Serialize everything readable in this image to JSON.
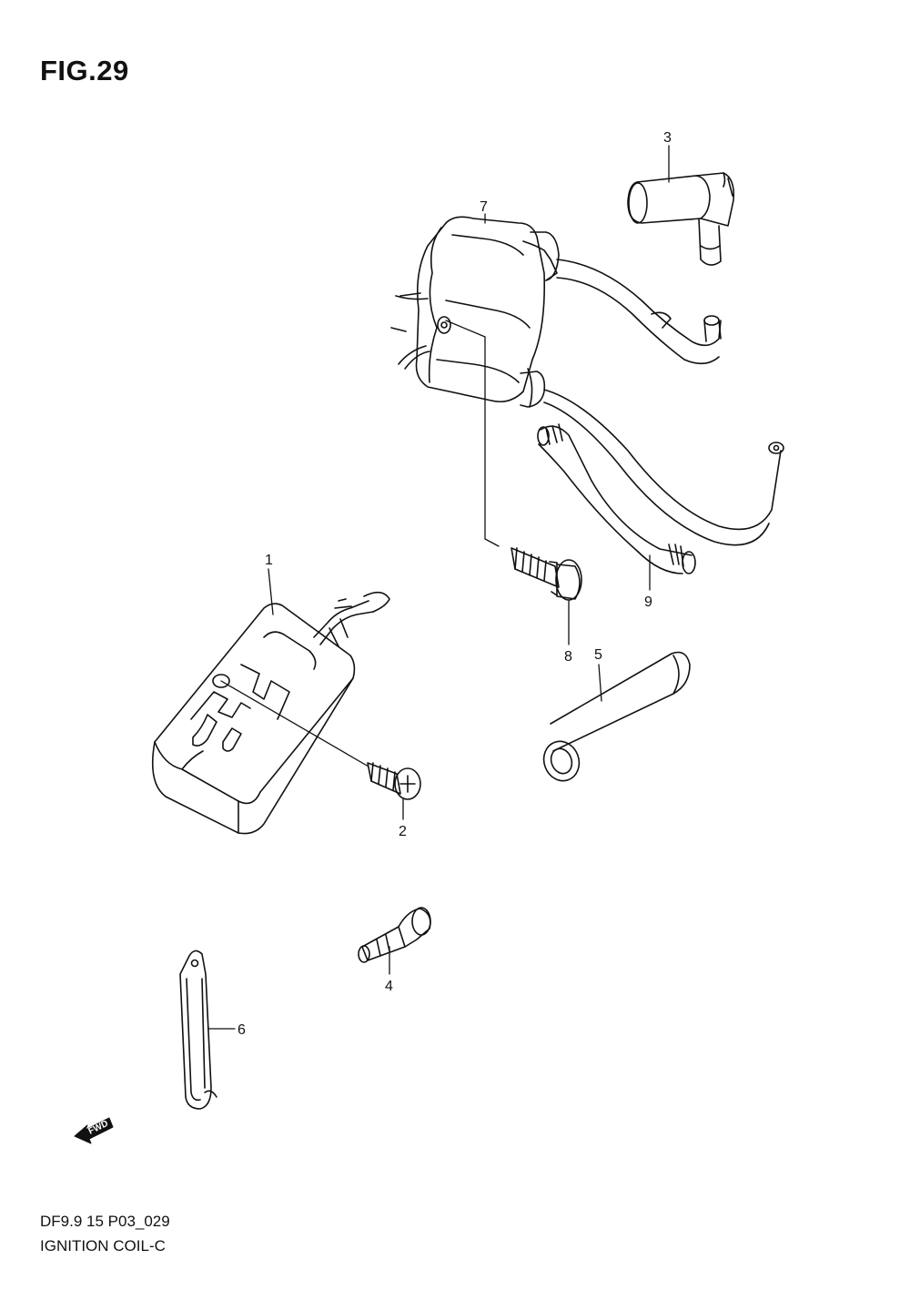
{
  "figure": {
    "title": "FIG.29"
  },
  "callouts": [
    {
      "id": "1",
      "label": "1"
    },
    {
      "id": "2",
      "label": "2"
    },
    {
      "id": "3",
      "label": "3"
    },
    {
      "id": "4",
      "label": "4"
    },
    {
      "id": "5",
      "label": "5"
    },
    {
      "id": "6",
      "label": "6"
    },
    {
      "id": "7",
      "label": "7"
    },
    {
      "id": "8",
      "label": "8"
    },
    {
      "id": "9",
      "label": "9"
    }
  ],
  "fwd_arrow": {
    "label": "FWD",
    "icon": "forward-arrow-icon"
  },
  "footer": {
    "code": "DF9.9 15 P03_029",
    "name": "IGNITION COIL-C"
  },
  "colors": {
    "line": "#111111",
    "background": "#ffffff"
  }
}
